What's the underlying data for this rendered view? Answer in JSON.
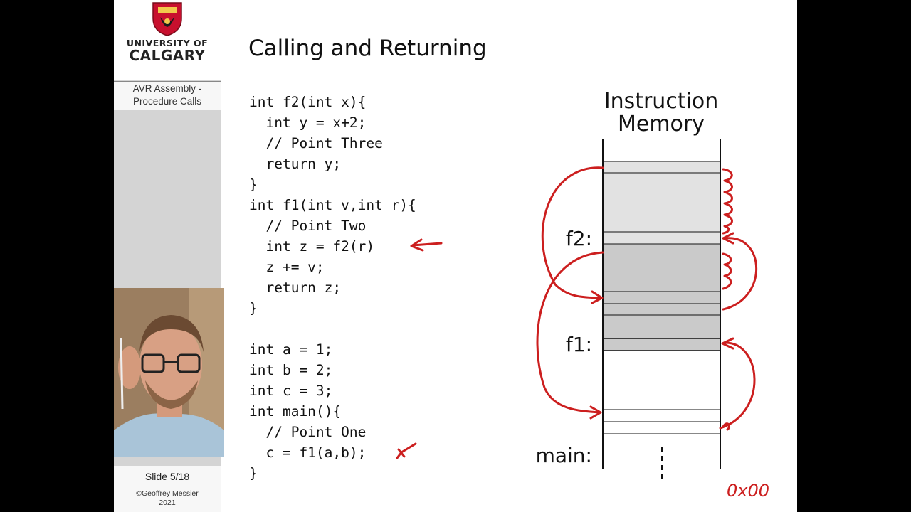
{
  "sidebar": {
    "university_line1": "UNIVERSITY OF",
    "university_line2": "CALGARY",
    "course_line1": "AVR Assembly -",
    "course_line2": "Procedure Calls",
    "slide_number": "Slide 5/18",
    "copyright_line1": "©Geoffrey Messier",
    "copyright_line2": "2021"
  },
  "slide": {
    "title": "Calling and Returning",
    "code_lines": [
      "int f2(int x){",
      "  int y = x+2;",
      "  // Point Three",
      "  return y;",
      "}",
      "int f1(int v,int r){",
      "  // Point Two",
      "  int z = f2(r)",
      "  z += v;",
      "  return z;",
      "}",
      "",
      "int a = 1;",
      "int b = 2;",
      "int c = 3;",
      "int main(){",
      "  // Point One",
      "  c = f1(a,b);",
      "}"
    ],
    "memory": {
      "heading_line1": "Instruction",
      "heading_line2": "Memory",
      "label_f2": "f2:",
      "label_f1": "f1:",
      "label_main": "main:",
      "annotation_address": "0x00"
    }
  },
  "colors": {
    "ink": "#cc1f1f",
    "sidebar_bg": "#d4d4d4",
    "memory_light": "#e2e2e2",
    "memory_dark": "#cacaca"
  }
}
